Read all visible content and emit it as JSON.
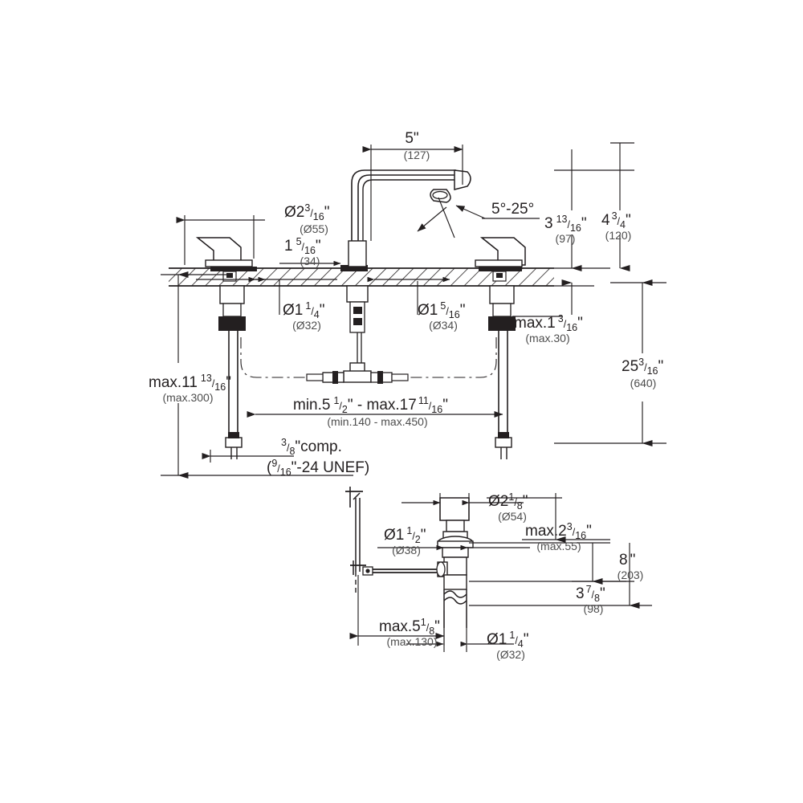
{
  "drawing": {
    "title": "Faucet and drain assembly dimensional drawing",
    "type": "technical-line-drawing",
    "units": {
      "primary": "inches",
      "secondary": "millimeters"
    },
    "line_color": "#231f20",
    "secondary_text_color": "#4d4d4d",
    "background": "#ffffff"
  },
  "dimensions": {
    "spout_reach": {
      "whole": "5",
      "inch_mark": "\"",
      "metric": "(127)"
    },
    "spray_angle": {
      "value": "5°-25°"
    },
    "escutcheon_dia": {
      "prefix": "Ø2",
      "num": "3",
      "den": "16",
      "inch_mark": "\"",
      "metric": "(Ø55)"
    },
    "handle_height": {
      "whole": "1",
      "num": "5",
      "den": "16",
      "inch_mark": "\"",
      "metric": "(34)"
    },
    "spout_height": {
      "whole": "3",
      "num": "13",
      "den": "16",
      "inch_mark": "\"",
      "metric": "(97)"
    },
    "overall_height": {
      "whole": "4",
      "num": "3",
      "den": "4",
      "inch_mark": "\"",
      "metric": "(120)"
    },
    "handle_hole_dia": {
      "prefix": "Ø1",
      "num": "1",
      "den": "4",
      "inch_mark": "\"",
      "metric": "(Ø32)"
    },
    "spout_hole_dia": {
      "prefix": "Ø1",
      "num": "5",
      "den": "16",
      "inch_mark": "\"",
      "metric": "(Ø34)"
    },
    "max_deck_thickness": {
      "prefix": "max.1",
      "num": "3",
      "den": "16",
      "inch_mark": "\"",
      "metric": "(max.30)"
    },
    "total_supply_height": {
      "whole": "25",
      "num": "3",
      "den": "16",
      "inch_mark": "\"",
      "metric": "(640)"
    },
    "max_supply_drop": {
      "prefix": "max.11",
      "num": "13",
      "den": "16",
      "inch_mark": "\"",
      "metric": "(max.300)"
    },
    "handle_spread": {
      "text_a": "min.5",
      "num_a": "1",
      "den_a": "2",
      "inch_mark": "\"",
      "sep": " - ",
      "text_b": "max.17",
      "num_b": "11",
      "den_b": "16",
      "metric": "(min.140 - max.450)"
    },
    "supply_connection": {
      "num": "3",
      "den": "8",
      "label": "\"comp.",
      "sub_open": "(",
      "sub_num": "9",
      "sub_den": "16",
      "sub_label": "\"-24 UNEF)"
    },
    "drain_flange_dia": {
      "prefix": "Ø2",
      "num": "1",
      "den": "8",
      "inch_mark": "\"",
      "metric": "(Ø54)"
    },
    "drain_body_dia": {
      "prefix": "Ø1",
      "num": "1",
      "den": "2",
      "inch_mark": "\"",
      "metric": "(Ø38)"
    },
    "max_drain_deck": {
      "prefix": "max.2",
      "num": "3",
      "den": "16",
      "inch_mark": "\"",
      "metric": "(max.55)"
    },
    "drain_tail_height": {
      "whole": "3",
      "num": "7",
      "den": "8",
      "inch_mark": "\"",
      "metric": "(98)"
    },
    "drain_total_height": {
      "whole": "8",
      "inch_mark": "\"",
      "metric": "(203)"
    },
    "max_lift_rod_offset": {
      "prefix": "max.5",
      "num": "1",
      "den": "8",
      "inch_mark": "\"",
      "metric": "(max.130)"
    },
    "drain_outlet_dia": {
      "prefix": "Ø1",
      "num": "1",
      "den": "4",
      "inch_mark": "\"",
      "metric": "(Ø32)"
    }
  }
}
